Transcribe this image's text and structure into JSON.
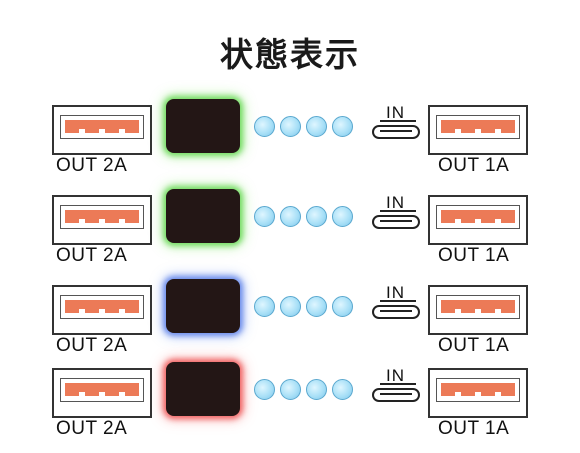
{
  "title": "状態表示",
  "rows": [
    {
      "left_label": "OUT 2A",
      "input_label": "IN",
      "right_label": "OUT 1A",
      "indicator_glow": "green",
      "led_count": 4
    },
    {
      "left_label": "OUT 2A",
      "input_label": "IN",
      "right_label": "OUT 1A",
      "indicator_glow": "green",
      "led_count": 4
    },
    {
      "left_label": "OUT 2A",
      "input_label": "IN",
      "right_label": "OUT 1A",
      "indicator_glow": "blue",
      "led_count": 4
    },
    {
      "left_label": "OUT 2A",
      "input_label": "IN",
      "right_label": "OUT 1A",
      "indicator_glow": "red",
      "led_count": 4
    }
  ],
  "colors": {
    "usb_pin": "#ec7a57",
    "led": "#a9e0f7",
    "button": "#231615",
    "green": "#50d23c",
    "blue": "#466ee6",
    "red": "#eb3c3c"
  }
}
